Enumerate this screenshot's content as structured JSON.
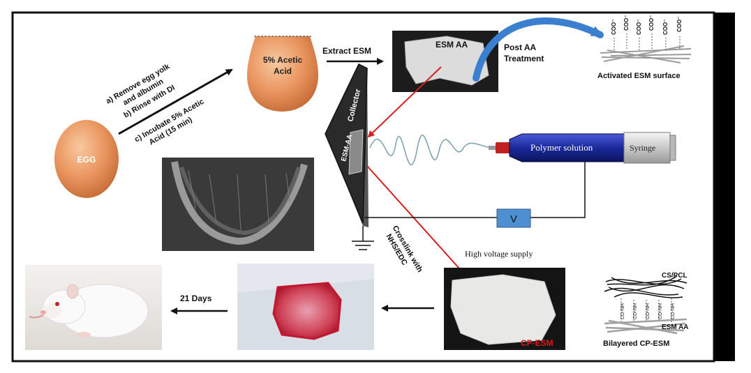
{
  "figure": {
    "egg_label": "EGG",
    "acid_egg_label": "5% Acetic Acid",
    "steps": {
      "a": "a) Remove egg yolk",
      "a2": "and albumin",
      "b": "b) Rinse with DI",
      "c": "c) Incubate 5% Acetic",
      "c2": "Acid (15 min)"
    },
    "extract_label": "Extract ESM",
    "esm_aa_label": "ESM AA",
    "post_aa_label": "Post AA",
    "post_aa_label2": "Treatment",
    "activated_label": "Activated ESM surface",
    "carboxyl_label": "COO⁻",
    "collector_label": "Collector",
    "esm_aa_plate_label": "ESM-AA",
    "polymer_label": "Polymer solution",
    "syringe_label": "Syringe",
    "voltage_label": "V",
    "hv_label": "High voltage supply",
    "crosslink_label": "Crosslink with",
    "crosslink_label2": "NHS/EDC",
    "cp_esm_label": "CP-ESM",
    "days_label": "21 Days",
    "cs_pcl_label": "CS/PCL",
    "esm_aa_bottom_label": "ESM AA",
    "bilayer_label": "Bilayered CP-ESM",
    "bond_label": "CO-NH"
  },
  "colors": {
    "egg": "#e8945a",
    "syringe": "#1a2a9a",
    "arrow_red": "#d42020",
    "arrow_blue": "#3a7fd0",
    "voltage_box": "#4d8fd0",
    "wound_red": "#c8283c"
  }
}
